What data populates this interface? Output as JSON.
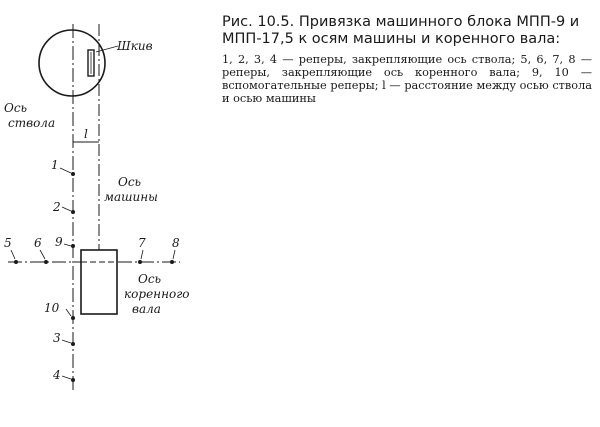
{
  "caption": {
    "title": "Рис. 10.5. Привязка машинного блока МПП-9 и МПП-17,5 к осям машины и коренного вала:",
    "description": "1, 2, 3, 4 — реперы, закрепляющие ось ствола; 5, 6, 7, 8 — реперы, закрепляющие ось коренного вала; 9, 10 — вспомогательные реперы; l — расстояние между осью ствола и осью машины"
  },
  "diagram": {
    "sheave_label": "Шкив",
    "shaft_axis_label": [
      "Ось",
      "ствола"
    ],
    "distance_label": "l",
    "machine_axis_label": [
      "Ось",
      "машины"
    ],
    "main_shaft_axis_label": [
      "Ось",
      "коренного",
      "вала"
    ],
    "markers": {
      "m1": "1",
      "m2": "2",
      "m3": "3",
      "m4": "4",
      "m5": "5",
      "m6": "6",
      "m7": "7",
      "m8": "8",
      "m9": "9",
      "m10": "10"
    }
  }
}
